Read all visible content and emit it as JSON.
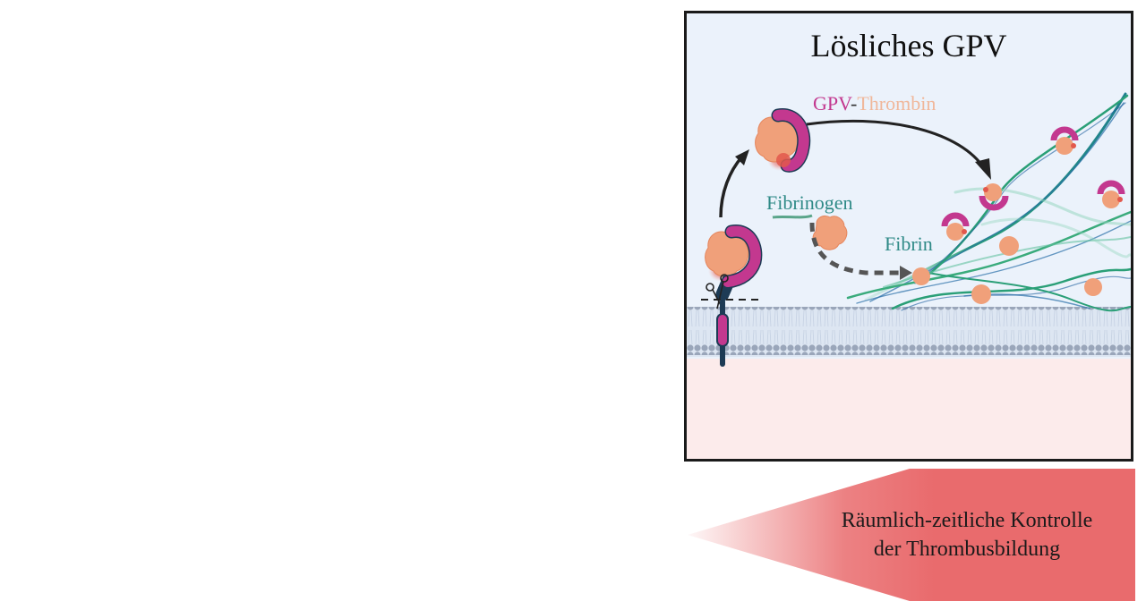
{
  "panel": {
    "title": "Lösliches GPV",
    "labels": {
      "gpv": "GPV",
      "dash": "-",
      "thrombin": "Thrombin",
      "fibrinogen": "Fibrinogen",
      "fibrin": "Fibrin"
    },
    "icons": [
      "membrane-bound-gpv-thrombin-complex-icon",
      "scissors-cleavage-icon",
      "soluble-gpv-thrombin-complex-icon",
      "thrombin-icon",
      "fibrin-fiber-network-icon",
      "cell-membrane-lipid-bilayer-icon",
      "transmembrane-gpv-stump-icon"
    ],
    "colors": {
      "gpv": "#c3388f",
      "thrombin": "#f0a07a",
      "thrombin_label": "#f0b79a",
      "fibrin_label": "#2f8a87",
      "extracellular": "#ebf2fb",
      "cytoplasm": "#fcebeb",
      "membrane_head": "#8f9db3"
    }
  },
  "footer_arrow": {
    "line1": "Räumlich-zeitliche Kontrolle",
    "line2": "der Thrombusbildung",
    "color": "#e96b6d"
  }
}
